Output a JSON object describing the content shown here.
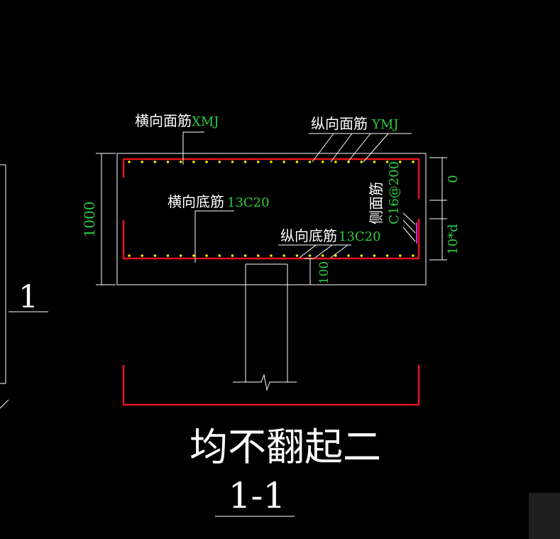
{
  "colors": {
    "background": "#000000",
    "outline": "#ffffff",
    "rebar": "#e8141b",
    "bar_dot": "#f2e600",
    "label_value": "#2ecc40",
    "side_bar": "#e020e0"
  },
  "labels": {
    "top_transverse": {
      "name": "横向面筋",
      "code": "XMJ"
    },
    "top_longitudinal": {
      "name": "纵向面筋",
      "code": "YMJ"
    },
    "bottom_transverse": {
      "name": "横向底筋",
      "code": "13C20"
    },
    "bottom_longitudinal": {
      "name": "纵向底筋",
      "code": "13C20"
    },
    "side_bar": {
      "name": "侧面筋",
      "code": "C16@200"
    }
  },
  "dimensions": {
    "height": "1000",
    "cover_top": "0",
    "anchor": "10*d",
    "bottom_cover": "100"
  },
  "notes": {
    "main_note": "均不翻起二",
    "section_id": "1-1",
    "left_section_id": "1"
  }
}
